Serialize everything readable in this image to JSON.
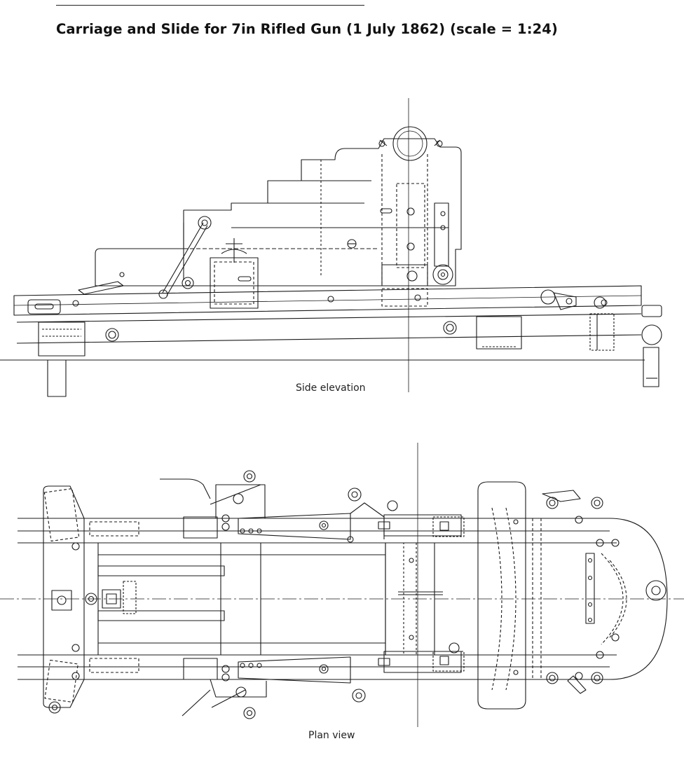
{
  "title": "Carriage and Slide for 7in Rifled Gun (1 July 1862) (scale = 1:24)",
  "views": {
    "side_elevation": {
      "caption": "Side elevation"
    },
    "plan_view": {
      "caption": "Plan view"
    }
  },
  "colors": {
    "ink": "#1a1a1a",
    "background": "#ffffff"
  }
}
